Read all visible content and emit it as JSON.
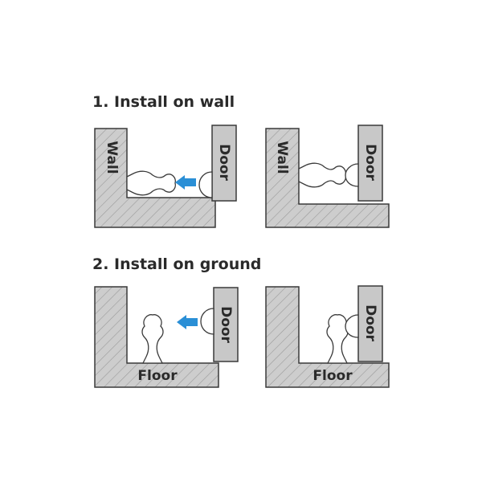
{
  "section1": {
    "title": "1. Install on wall"
  },
  "section2": {
    "title": "2. Install on ground"
  },
  "labels": {
    "wall": "Wall",
    "door": "Door",
    "floor": "Floor"
  },
  "colors": {
    "wall_fill": "#cdcdcd",
    "hatch": "#9a9a9a",
    "outline": "#3a3a3a",
    "door_fill": "#c8c8c8",
    "arrow": "#2a8fd6",
    "stopper_fill": "#ffffff"
  },
  "icons": [
    "arrow-icon",
    "door-stopper-icon",
    "magnet-catch-icon"
  ]
}
